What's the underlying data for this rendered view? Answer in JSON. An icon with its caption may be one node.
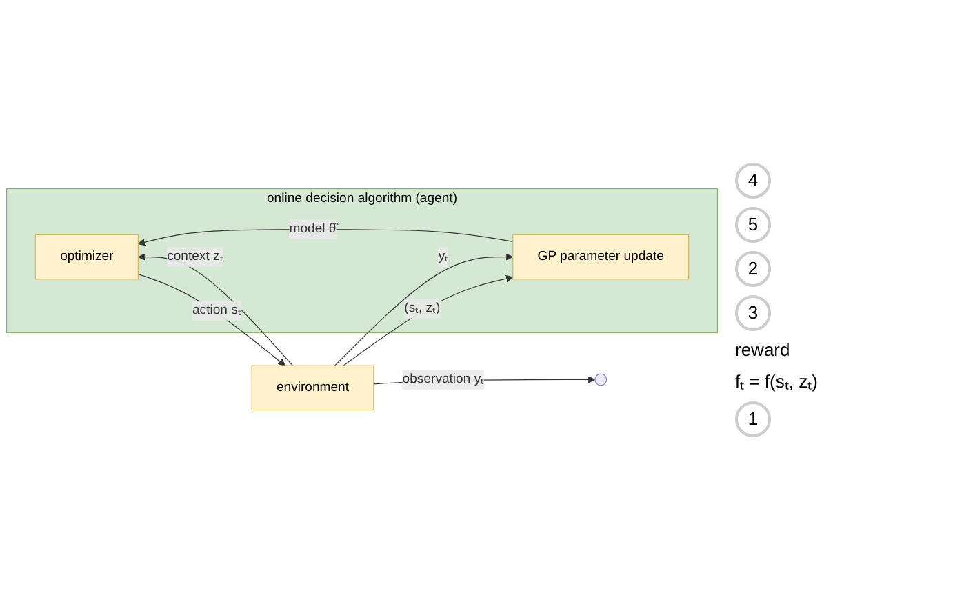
{
  "diagram": {
    "nodes": [
      {
        "text": [
          "online decision algorithm (agent)"
        ]
      },
      {
        "text": [
          "optimizer"
        ],
        "in": 0
      },
      {
        "text": [
          "GP parameter update"
        ],
        "in": 0
      },
      {
        "text": [
          "environment"
        ]
      }
    ],
    "edges": [
      {
        "from": 2,
        "to": 1,
        "arrow": "to",
        "label": "model θ̂"
      },
      {
        "from": 3,
        "to": 2,
        "arrow": "to",
        "label": "(sₜ, zₜ)"
      },
      {
        "from": 1,
        "to": 3,
        "arrow": "to",
        "label": "action sₜ"
      },
      {
        "from": 3,
        "to": 1,
        "arrow": "to",
        "label": "context zₜ"
      },
      {
        "from": 3,
        "to": null,
        "arrow": "to",
        "label": "observation yₜ"
      },
      {
        "from": 3,
        "to": 2,
        "arrow": "to",
        "label": "yₜ"
      }
    ],
    "labels": [
      "4",
      "5",
      "2",
      "3",
      "reward",
      "fₜ = f(sₜ, zₜ)",
      "1"
    ]
  }
}
